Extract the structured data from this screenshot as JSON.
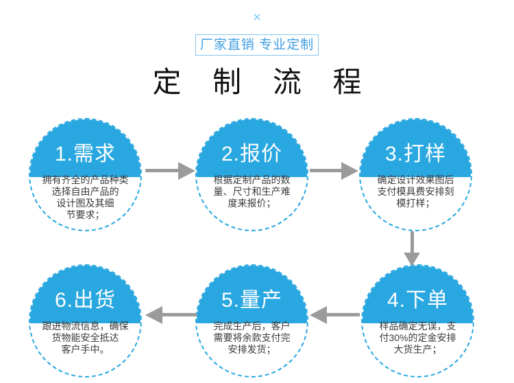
{
  "page": {
    "close_icon": "×",
    "badge": "厂家直销 专业定制",
    "title": "定 制 流 程"
  },
  "steps": [
    {
      "title": "1.需求",
      "desc": "拥有齐全的产品种类\n选择自由产品的\n设计图及其细\n节要求；"
    },
    {
      "title": "2.报价",
      "desc": "根据定制产品的数\n量、尺寸和生产难\n度来报价；"
    },
    {
      "title": "3.打样",
      "desc": "确定设计效果图后\n支付模具费安排刻\n模打样；"
    },
    {
      "title": "4.下单",
      "desc": "样品确定无误，支\n付30%的定金安排\n大货生产；"
    },
    {
      "title": "5.量产",
      "desc": "完成生产后，客户\n需要将余款支付完\n安排发货；"
    },
    {
      "title": "6.出货",
      "desc": "跟进物流信息，确保\n货物能安全抵达\n客户手中。"
    }
  ],
  "colors": {
    "blue": "#29a7e0",
    "arrow_gray": "#9b9b9b",
    "badge_blue": "#3f9fe2",
    "badge_border": "#85c5ef",
    "close_blue": "#7fccf3",
    "title_black": "#111111",
    "desc_text": "#3a3a3a"
  }
}
